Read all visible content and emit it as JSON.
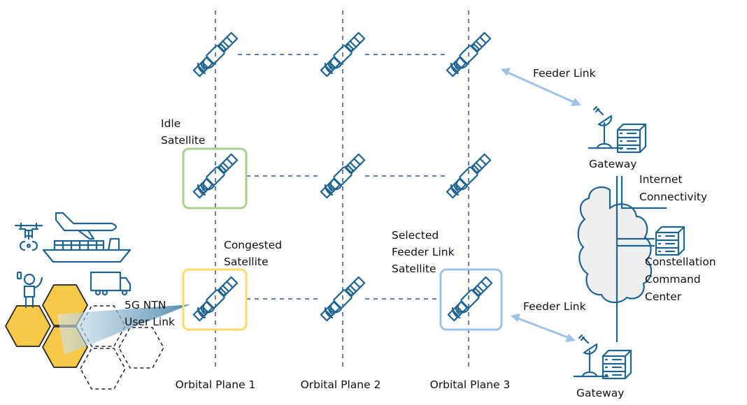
{
  "labels": {
    "idle": [
      "Idle",
      "Satellite"
    ],
    "congested": [
      "Congested",
      "Satellite"
    ],
    "selected": [
      "Selected",
      "Feeder Link",
      "Satellite"
    ],
    "user_link": [
      "5G NTN",
      "User Link"
    ],
    "feeder_top": "Feeder Link",
    "feeder_bottom": "Feeder Link",
    "gateway_top": "Gateway",
    "gateway_bottom": "Gateway",
    "internet": [
      "Internet",
      "Connectivity"
    ],
    "command": [
      "Constellation",
      "Command",
      "Center"
    ],
    "planes": [
      "Orbital Plane 1",
      "Orbital Plane 2",
      "Orbital Plane 3"
    ]
  },
  "colors": {
    "icon": "#1f6391",
    "dash": "#2f5597",
    "idle_box": "#a9d18e",
    "congested_box": "#ffd966",
    "selected_box": "#9dc3e6",
    "feeder_arrow": "#9dc3e6",
    "cell_fill": "#f7c948"
  },
  "icons": [
    "satellite-icon",
    "gateway-dish-icon",
    "server-icon",
    "cloud-icon",
    "drone-icon",
    "airplane-icon",
    "ship-icon",
    "person-icon",
    "truck-icon"
  ]
}
